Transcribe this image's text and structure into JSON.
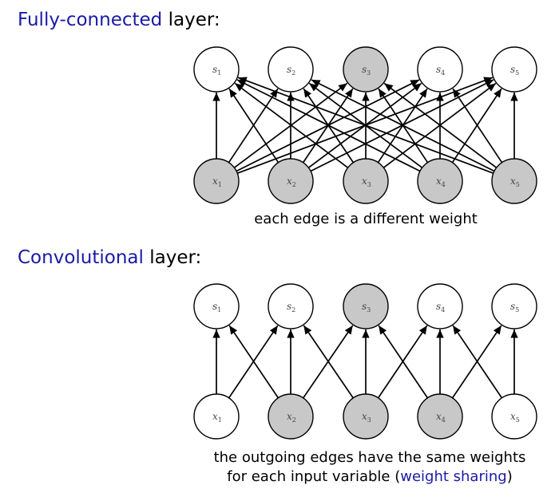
{
  "fc": {
    "title_accent": "Fully-connected",
    "title_rest": " layer:",
    "caption": "each edge is a different weight"
  },
  "conv": {
    "title_accent": "Convolutional",
    "title_rest": " layer:",
    "caption_line1": "the outgoing edges have the same weights",
    "caption_line2_pre": "for each input variable (",
    "caption_line2_accent": "weight sharing",
    "caption_line2_post": ")"
  },
  "colors": {
    "accent": "#1a1aa6",
    "shaded_node": "#c8c8c8",
    "plain_node": "#ffffff"
  },
  "diagrams": [
    {
      "id": "fc",
      "top_nodes": [
        {
          "letter": "s",
          "sub": "1",
          "shaded": false
        },
        {
          "letter": "s",
          "sub": "2",
          "shaded": false
        },
        {
          "letter": "s",
          "sub": "3",
          "shaded": true
        },
        {
          "letter": "s",
          "sub": "4",
          "shaded": false
        },
        {
          "letter": "s",
          "sub": "5",
          "shaded": false
        }
      ],
      "bottom_nodes": [
        {
          "letter": "x",
          "sub": "1",
          "shaded": true
        },
        {
          "letter": "x",
          "sub": "2",
          "shaded": true
        },
        {
          "letter": "x",
          "sub": "3",
          "shaded": true
        },
        {
          "letter": "x",
          "sub": "4",
          "shaded": true
        },
        {
          "letter": "x",
          "sub": "5",
          "shaded": true
        }
      ],
      "edges": "all"
    },
    {
      "id": "conv",
      "top_nodes": [
        {
          "letter": "s",
          "sub": "1",
          "shaded": false
        },
        {
          "letter": "s",
          "sub": "2",
          "shaded": false
        },
        {
          "letter": "s",
          "sub": "3",
          "shaded": true
        },
        {
          "letter": "s",
          "sub": "4",
          "shaded": false
        },
        {
          "letter": "s",
          "sub": "5",
          "shaded": false
        }
      ],
      "bottom_nodes": [
        {
          "letter": "x",
          "sub": "1",
          "shaded": false
        },
        {
          "letter": "x",
          "sub": "2",
          "shaded": true
        },
        {
          "letter": "x",
          "sub": "3",
          "shaded": true
        },
        {
          "letter": "x",
          "sub": "4",
          "shaded": true
        },
        {
          "letter": "x",
          "sub": "5",
          "shaded": false
        }
      ],
      "edges": "neighbors"
    }
  ]
}
